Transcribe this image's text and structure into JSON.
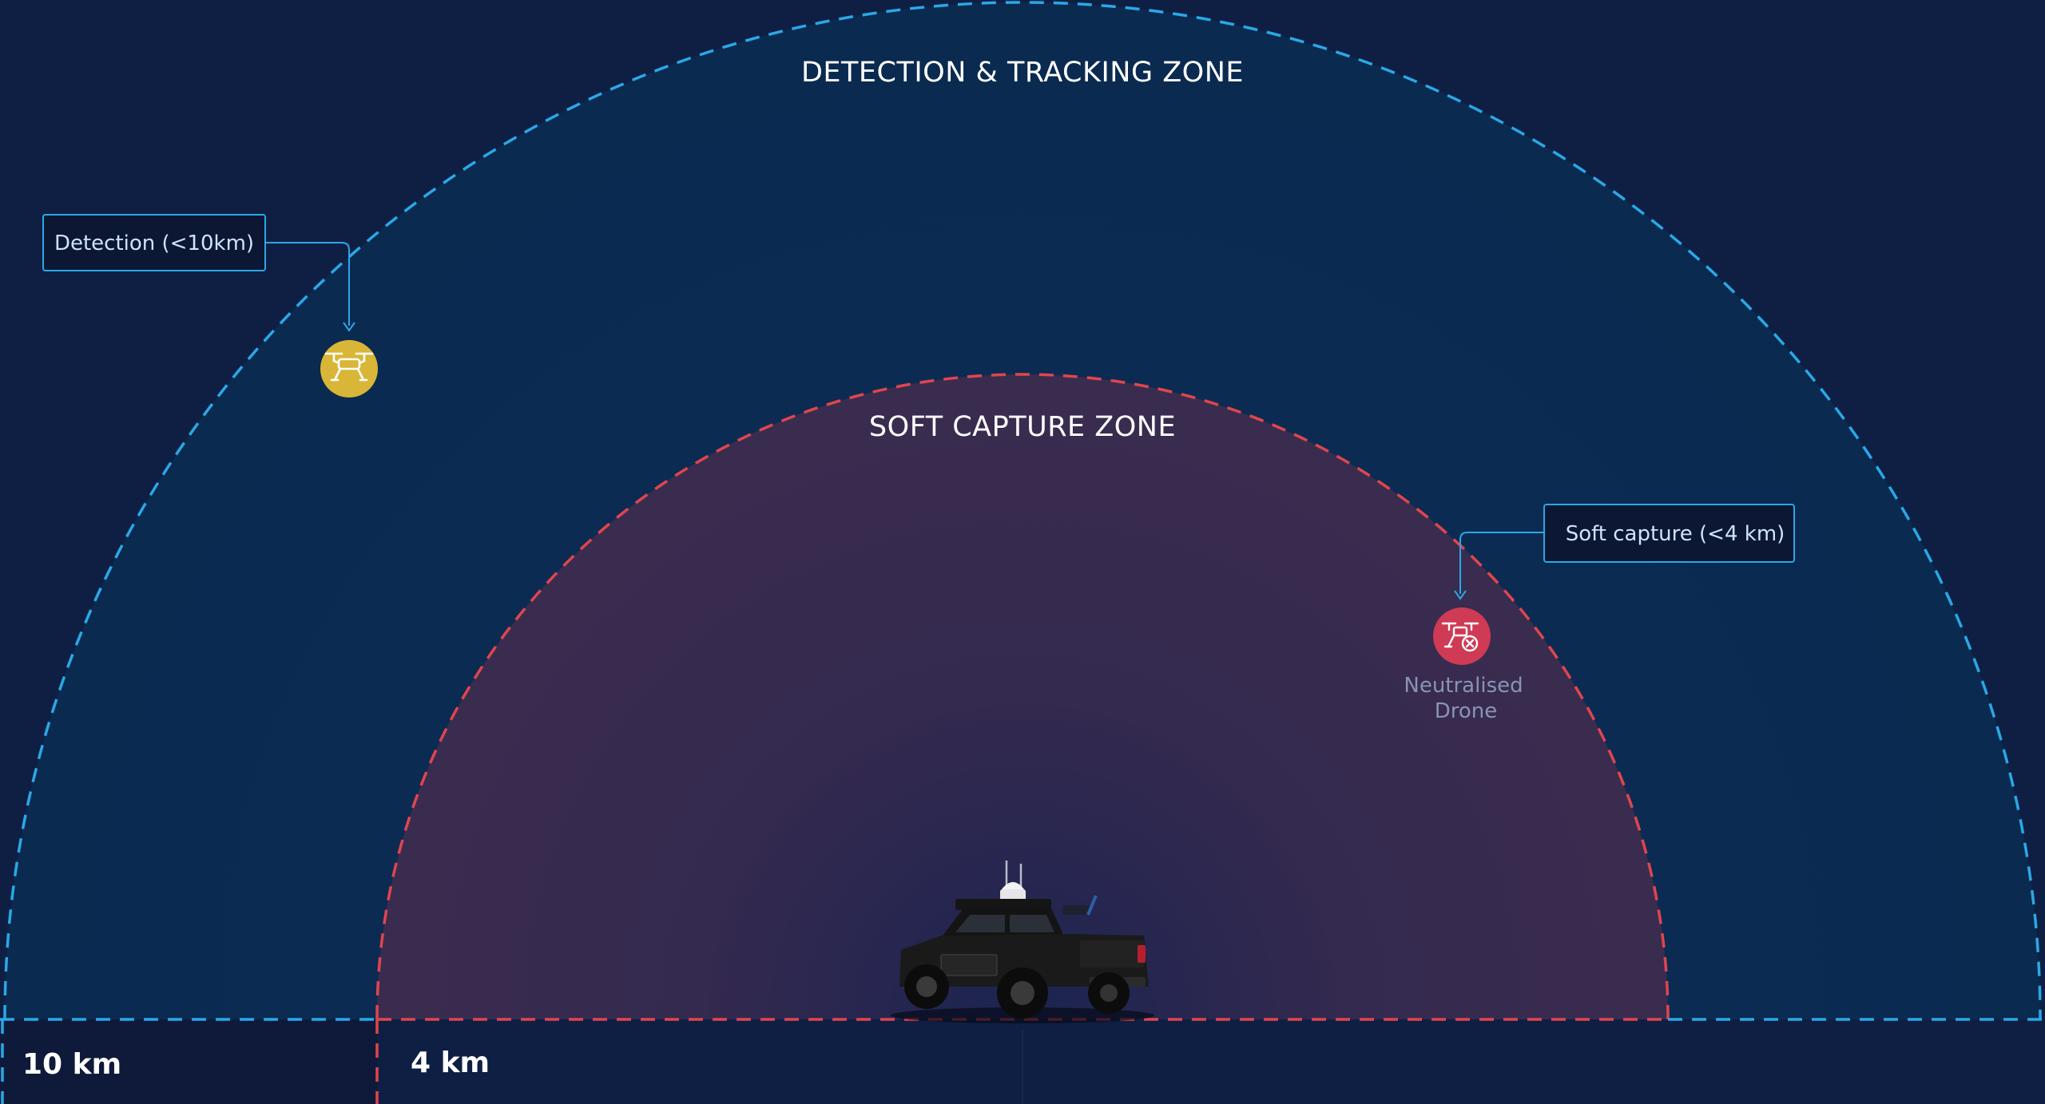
{
  "zones": {
    "detection_title": "DETECTION & TRACKING ZONE",
    "capture_title": "SOFT CAPTURE ZONE"
  },
  "callouts": {
    "detection_label": "Detection (<10km)",
    "capture_label": "Soft capture (<4 km)"
  },
  "markers": {
    "detected_drone_icon": "drone-icon",
    "neutralised_drone_icon": "drone-cancel-icon",
    "neutralised_label_line1": "Neutralised",
    "neutralised_label_line2": "Drone"
  },
  "scale": {
    "outer_label": "10 km",
    "inner_label": "4 km"
  },
  "colors": {
    "background": "#0f1f44",
    "detection_line": "#2aa8e6",
    "capture_line": "#e0454d",
    "detected_drone": "#d9b638",
    "neutralised_drone": "#cf3a54"
  }
}
